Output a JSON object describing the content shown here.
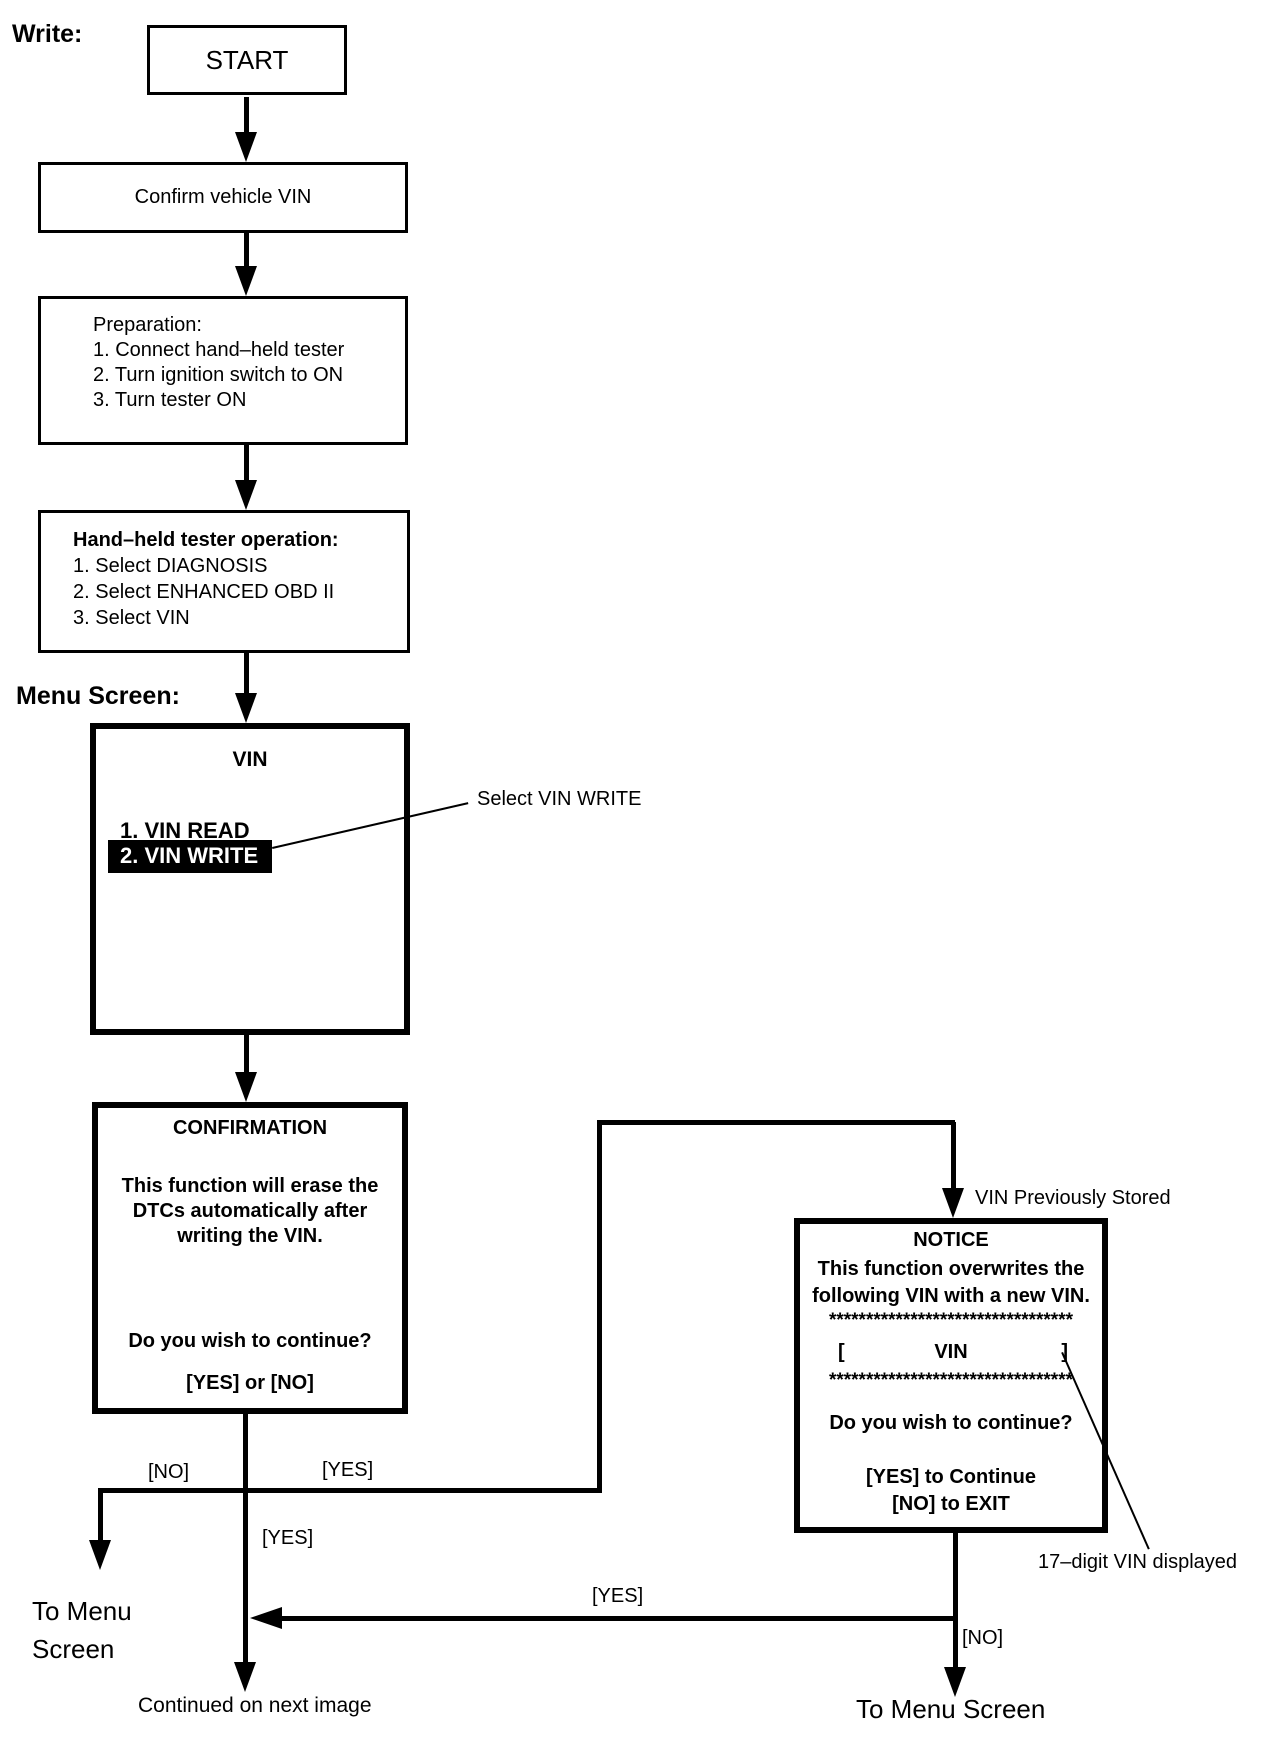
{
  "labels": {
    "write": "Write:",
    "menu_screen": "Menu Screen:"
  },
  "boxes": {
    "start": {
      "label": "START"
    },
    "confirm": {
      "label": "Confirm vehicle VIN"
    },
    "preparation": {
      "title": "Preparation:",
      "items": [
        "1. Connect hand–held tester",
        "2. Turn ignition switch to ON",
        "3. Turn tester ON"
      ]
    },
    "tester_operation": {
      "title": "Hand–held tester operation:",
      "items": [
        "1. Select DIAGNOSIS",
        "2. Select ENHANCED OBD II",
        "3. Select VIN"
      ]
    },
    "vin_menu": {
      "title": "VIN",
      "read_item": "1. VIN READ",
      "write_item": "2. VIN WRITE"
    },
    "confirmation": {
      "title": "CONFIRMATION",
      "body": [
        "This function will erase the",
        "DTCs automatically after",
        "writing the VIN."
      ],
      "question": "Do you wish to continue?",
      "options": "[YES] or [NO]"
    },
    "notice": {
      "title": "NOTICE",
      "body": [
        "This function overwrites the",
        "following VIN with a new VIN."
      ],
      "stars": "*********************************",
      "vin_open": "[",
      "vin": "VIN",
      "vin_close": "]",
      "question": "Do you wish to continue?",
      "yes_line": "[YES] to Continue",
      "no_line": "[NO] to EXIT"
    }
  },
  "annotations": {
    "select_vin_write": "Select VIN WRITE",
    "vin_previously_stored": "VIN Previously Stored",
    "seventeen_digit_vin": "17–digit VIN displayed"
  },
  "edge_labels": {
    "confirmation_no": "[NO]",
    "confirmation_yes": "[YES]",
    "center_yes": "[YES]",
    "notice_to_center_yes": "[YES]",
    "notice_no": "[NO]"
  },
  "terminals": {
    "to_menu_line1": "To Menu",
    "to_menu_line2": "Screen",
    "continued": "Continued on next image",
    "to_menu_screen": "To Menu Screen"
  },
  "colors": {
    "ink": "#000000",
    "paper": "#ffffff",
    "highlight_bg": "#000000",
    "highlight_text": "#ffffff"
  }
}
